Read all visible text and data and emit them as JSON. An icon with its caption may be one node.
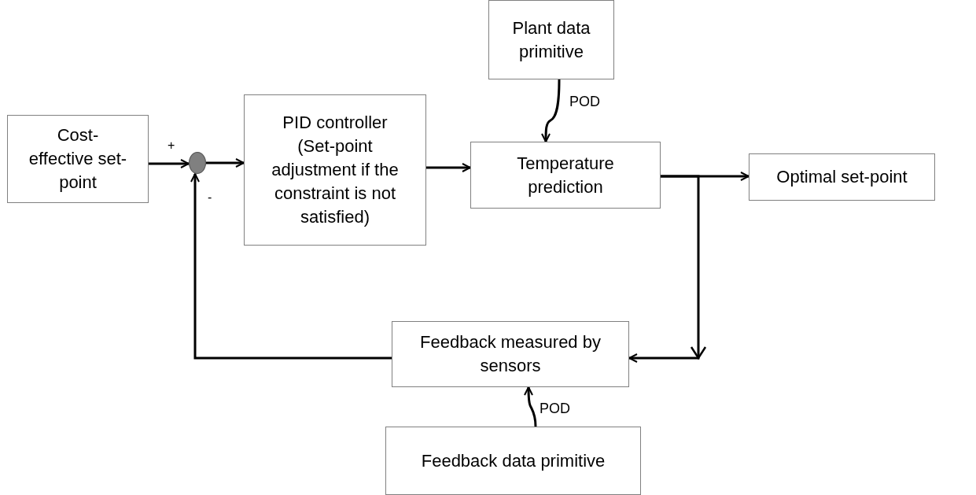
{
  "diagram": {
    "nodes": [
      {
        "text": [
          "Cost-effective set-point"
        ]
      },
      {
        "text": [],
        "shape": "circle",
        "beside": [
          "+",
          "-"
        ]
      },
      {
        "text": [
          "PID controller (Set-point adjustment if the constraint is not satisfied)"
        ]
      },
      {
        "text": [
          "Plant data primitive"
        ]
      },
      {
        "text": [
          "Temperature prediction"
        ]
      },
      {
        "text": [
          "Optimal set-point"
        ]
      },
      {
        "text": [
          "Feedback measured by sensors"
        ]
      },
      {
        "text": [
          "Feedback data primitive"
        ]
      }
    ],
    "edges": [
      {
        "from": 0,
        "to": 1,
        "arrow": "to"
      },
      {
        "from": 1,
        "to": 2,
        "arrow": "to"
      },
      {
        "from": 2,
        "to": 4,
        "arrow": "to"
      },
      {
        "from": 3,
        "to": 4,
        "arrow": "to",
        "label": "POD"
      },
      {
        "from": 4,
        "to": 5,
        "arrow": "to"
      },
      {
        "from": 4,
        "to": 6,
        "arrow": "to"
      },
      {
        "from": 6,
        "to": 1,
        "arrow": "to"
      },
      {
        "from": 7,
        "to": 6,
        "arrow": "to",
        "label": "POD"
      }
    ]
  }
}
